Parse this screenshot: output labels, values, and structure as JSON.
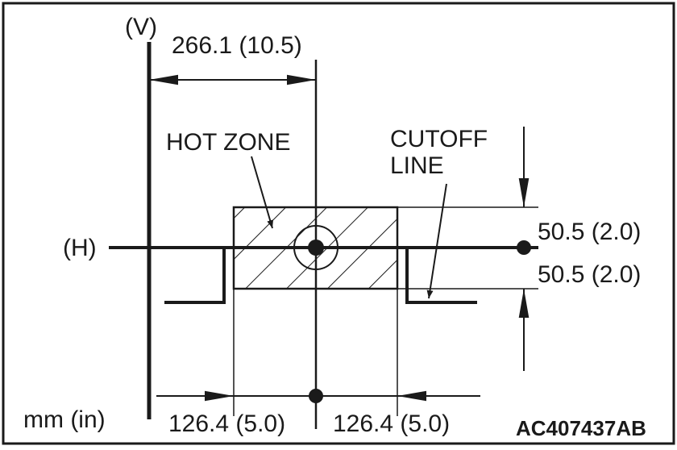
{
  "labels": {
    "v_axis": "(V)",
    "h_axis": "(H)",
    "top_dim": "266.1 (10.5)",
    "hot_zone": "HOT ZONE",
    "cutoff_line_1": "CUTOFF",
    "cutoff_line_2": "LINE",
    "dim_upper": "50.5 (2.0)",
    "dim_lower": "50.5 (2.0)",
    "units": "mm (in)",
    "bottom_left_dim": "126.4 (5.0)",
    "bottom_right_dim": "126.4 (5.0)",
    "figure_code": "AC407437AB"
  },
  "colors": {
    "ink": "#1a1a1a",
    "background": "#ffffff"
  }
}
